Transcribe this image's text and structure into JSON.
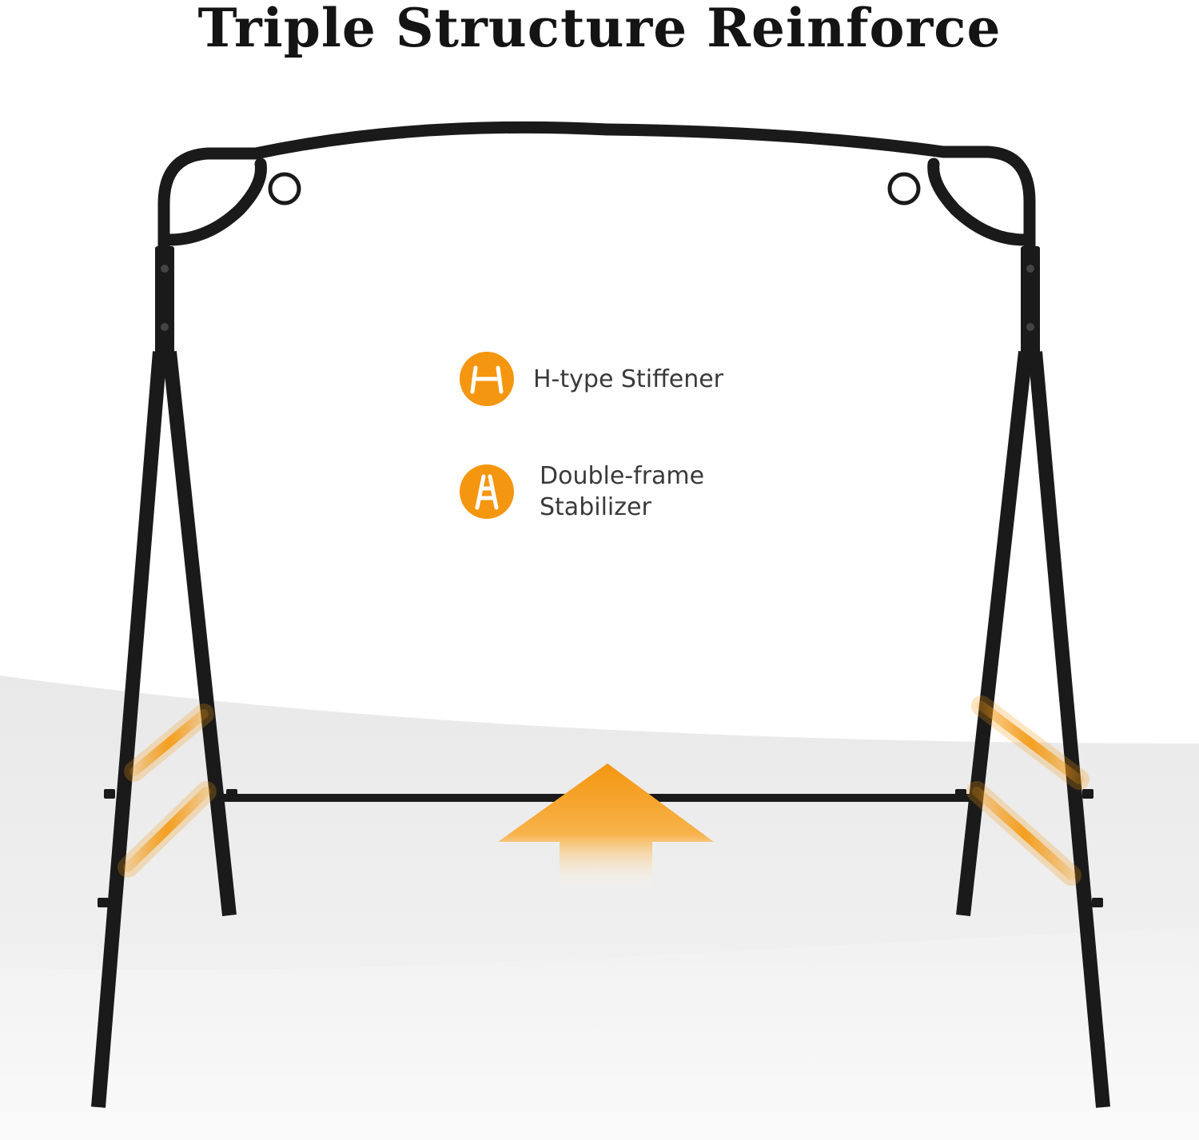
{
  "title": "Triple Structure Reinforce",
  "features": [
    {
      "icon": "h-stiffener-icon",
      "label": "H-type Stiffener"
    },
    {
      "icon": "ladder-stabilizer-icon",
      "label_line1": "Double-frame",
      "label_line2": "Stabilizer"
    }
  ],
  "colors": {
    "accent": "#f4960f",
    "frame": "#1a1a1a",
    "title": "#141414",
    "text": "#3a3a3a"
  }
}
